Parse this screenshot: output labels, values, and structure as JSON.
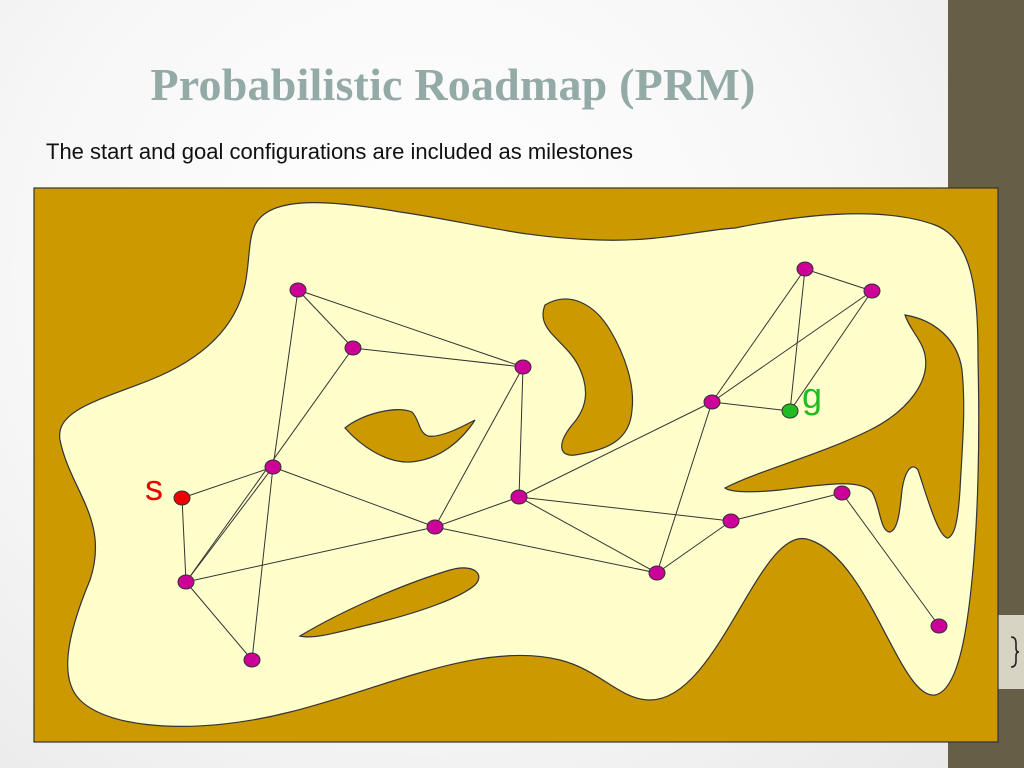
{
  "slide": {
    "title": "Probabilistic Roadmap (PRM)",
    "subtitle": "The start and goal configurations are included as milestones"
  },
  "diagram": {
    "start_label": "s",
    "goal_label": "g",
    "colors": {
      "obstacle": "#cc9900",
      "free_space": "#ffffcc",
      "milestone": "#cc0099",
      "start": "#ee0000",
      "goal": "#22bb22",
      "edge": "#333333",
      "right_bar": "#675e48",
      "title": "#93aaa7"
    }
  }
}
